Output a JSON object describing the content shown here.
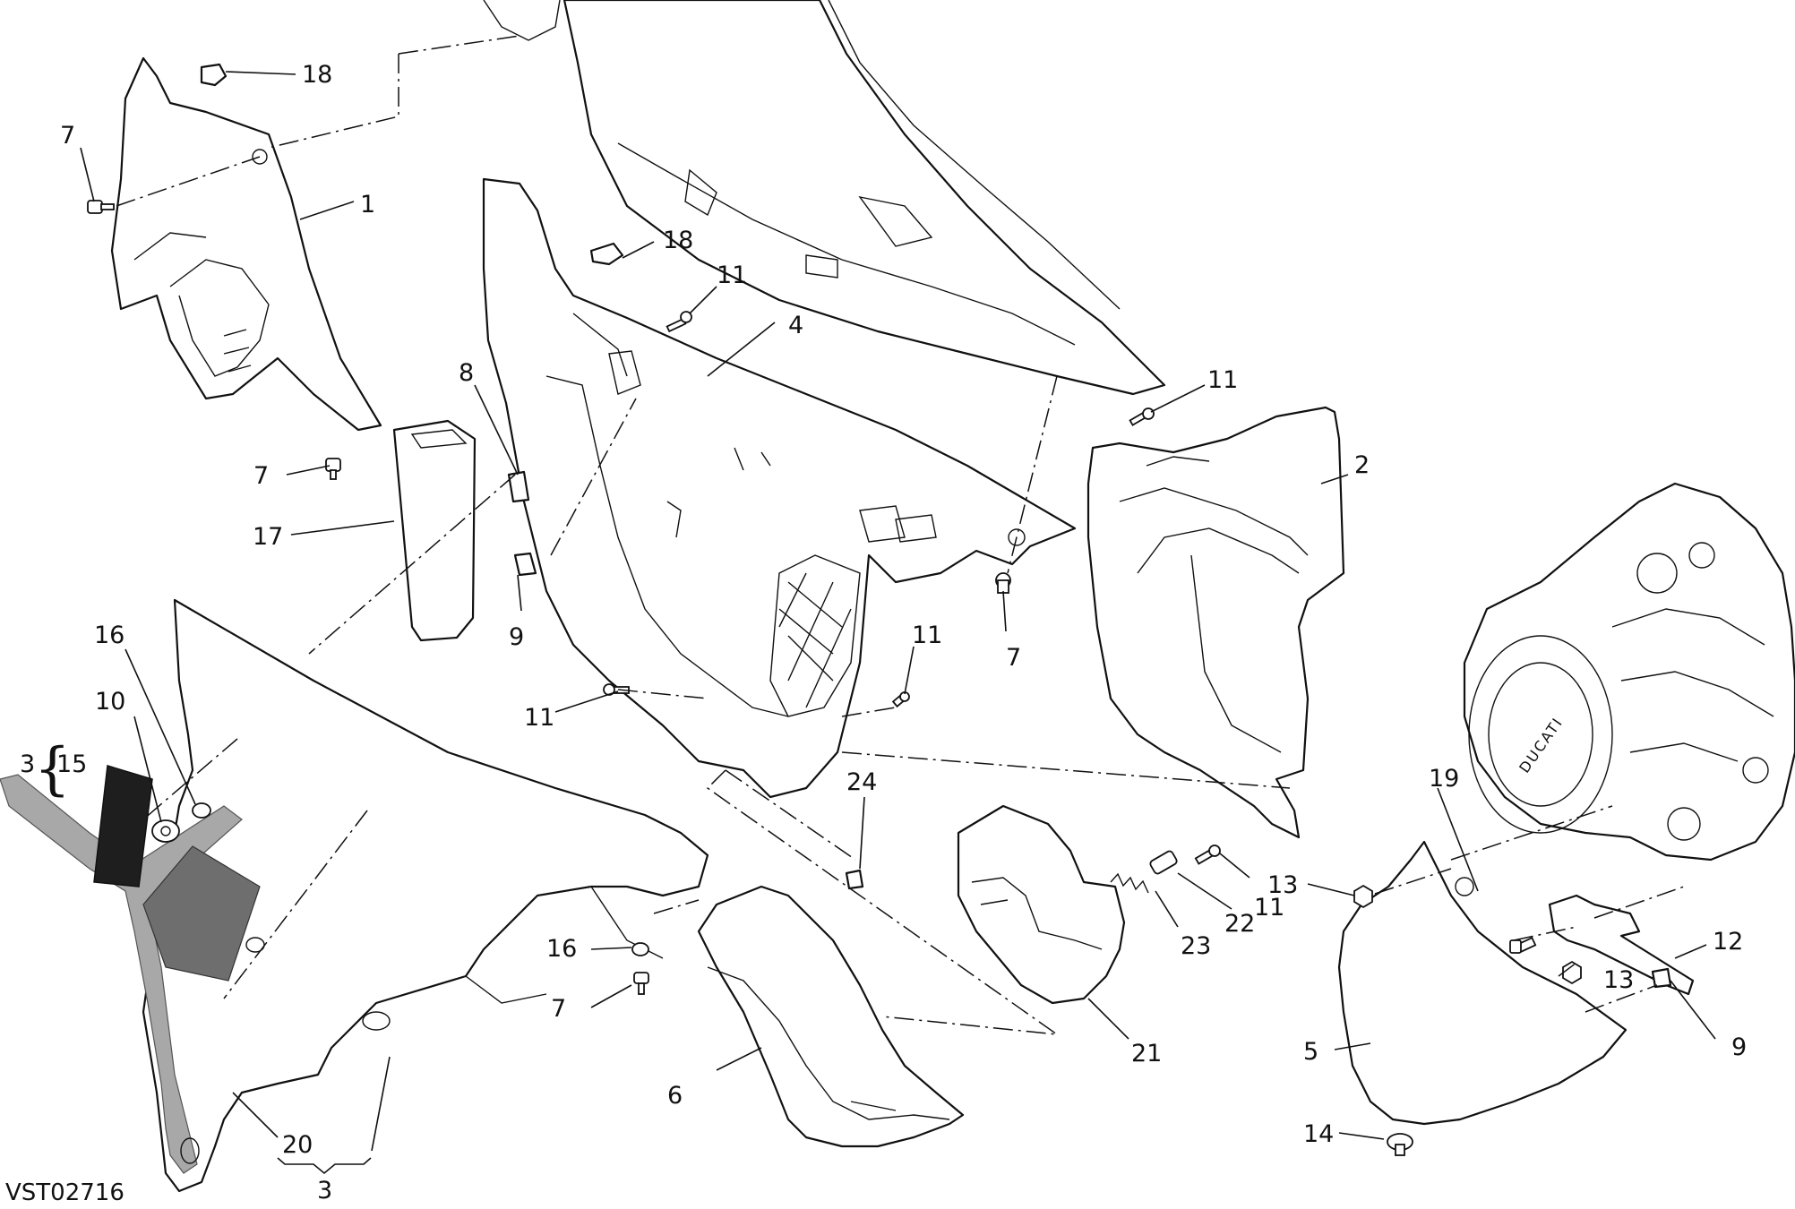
{
  "diagram_code": "VST02716",
  "group_brace": "{",
  "callouts": [
    {
      "key": "c1",
      "label": "1"
    },
    {
      "key": "c2",
      "label": "2"
    },
    {
      "key": "c3a",
      "label": "3"
    },
    {
      "key": "c3b",
      "label": "3"
    },
    {
      "key": "c4",
      "label": "4"
    },
    {
      "key": "c5",
      "label": "5"
    },
    {
      "key": "c6",
      "label": "6"
    },
    {
      "key": "c7a",
      "label": "7"
    },
    {
      "key": "c7b",
      "label": "7"
    },
    {
      "key": "c7c",
      "label": "7"
    },
    {
      "key": "c7d",
      "label": "7"
    },
    {
      "key": "c8",
      "label": "8"
    },
    {
      "key": "c9a",
      "label": "9"
    },
    {
      "key": "c9b",
      "label": "9"
    },
    {
      "key": "c10",
      "label": "10"
    },
    {
      "key": "c11a",
      "label": "11"
    },
    {
      "key": "c11b",
      "label": "11"
    },
    {
      "key": "c11c",
      "label": "11"
    },
    {
      "key": "c11d",
      "label": "11"
    },
    {
      "key": "c11e",
      "label": "11"
    },
    {
      "key": "c12",
      "label": "12"
    },
    {
      "key": "c13a",
      "label": "13"
    },
    {
      "key": "c13b",
      "label": "13"
    },
    {
      "key": "c14",
      "label": "14"
    },
    {
      "key": "c15",
      "label": "15"
    },
    {
      "key": "c16a",
      "label": "16"
    },
    {
      "key": "c16b",
      "label": "16"
    },
    {
      "key": "c17",
      "label": "17"
    },
    {
      "key": "c18a",
      "label": "18"
    },
    {
      "key": "c18b",
      "label": "18"
    },
    {
      "key": "c19",
      "label": "19"
    },
    {
      "key": "c20",
      "label": "20"
    },
    {
      "key": "c21",
      "label": "21"
    },
    {
      "key": "c22",
      "label": "22"
    },
    {
      "key": "c23",
      "label": "23"
    },
    {
      "key": "c24",
      "label": "24"
    }
  ],
  "engine_cover_logo": "DUCATI"
}
